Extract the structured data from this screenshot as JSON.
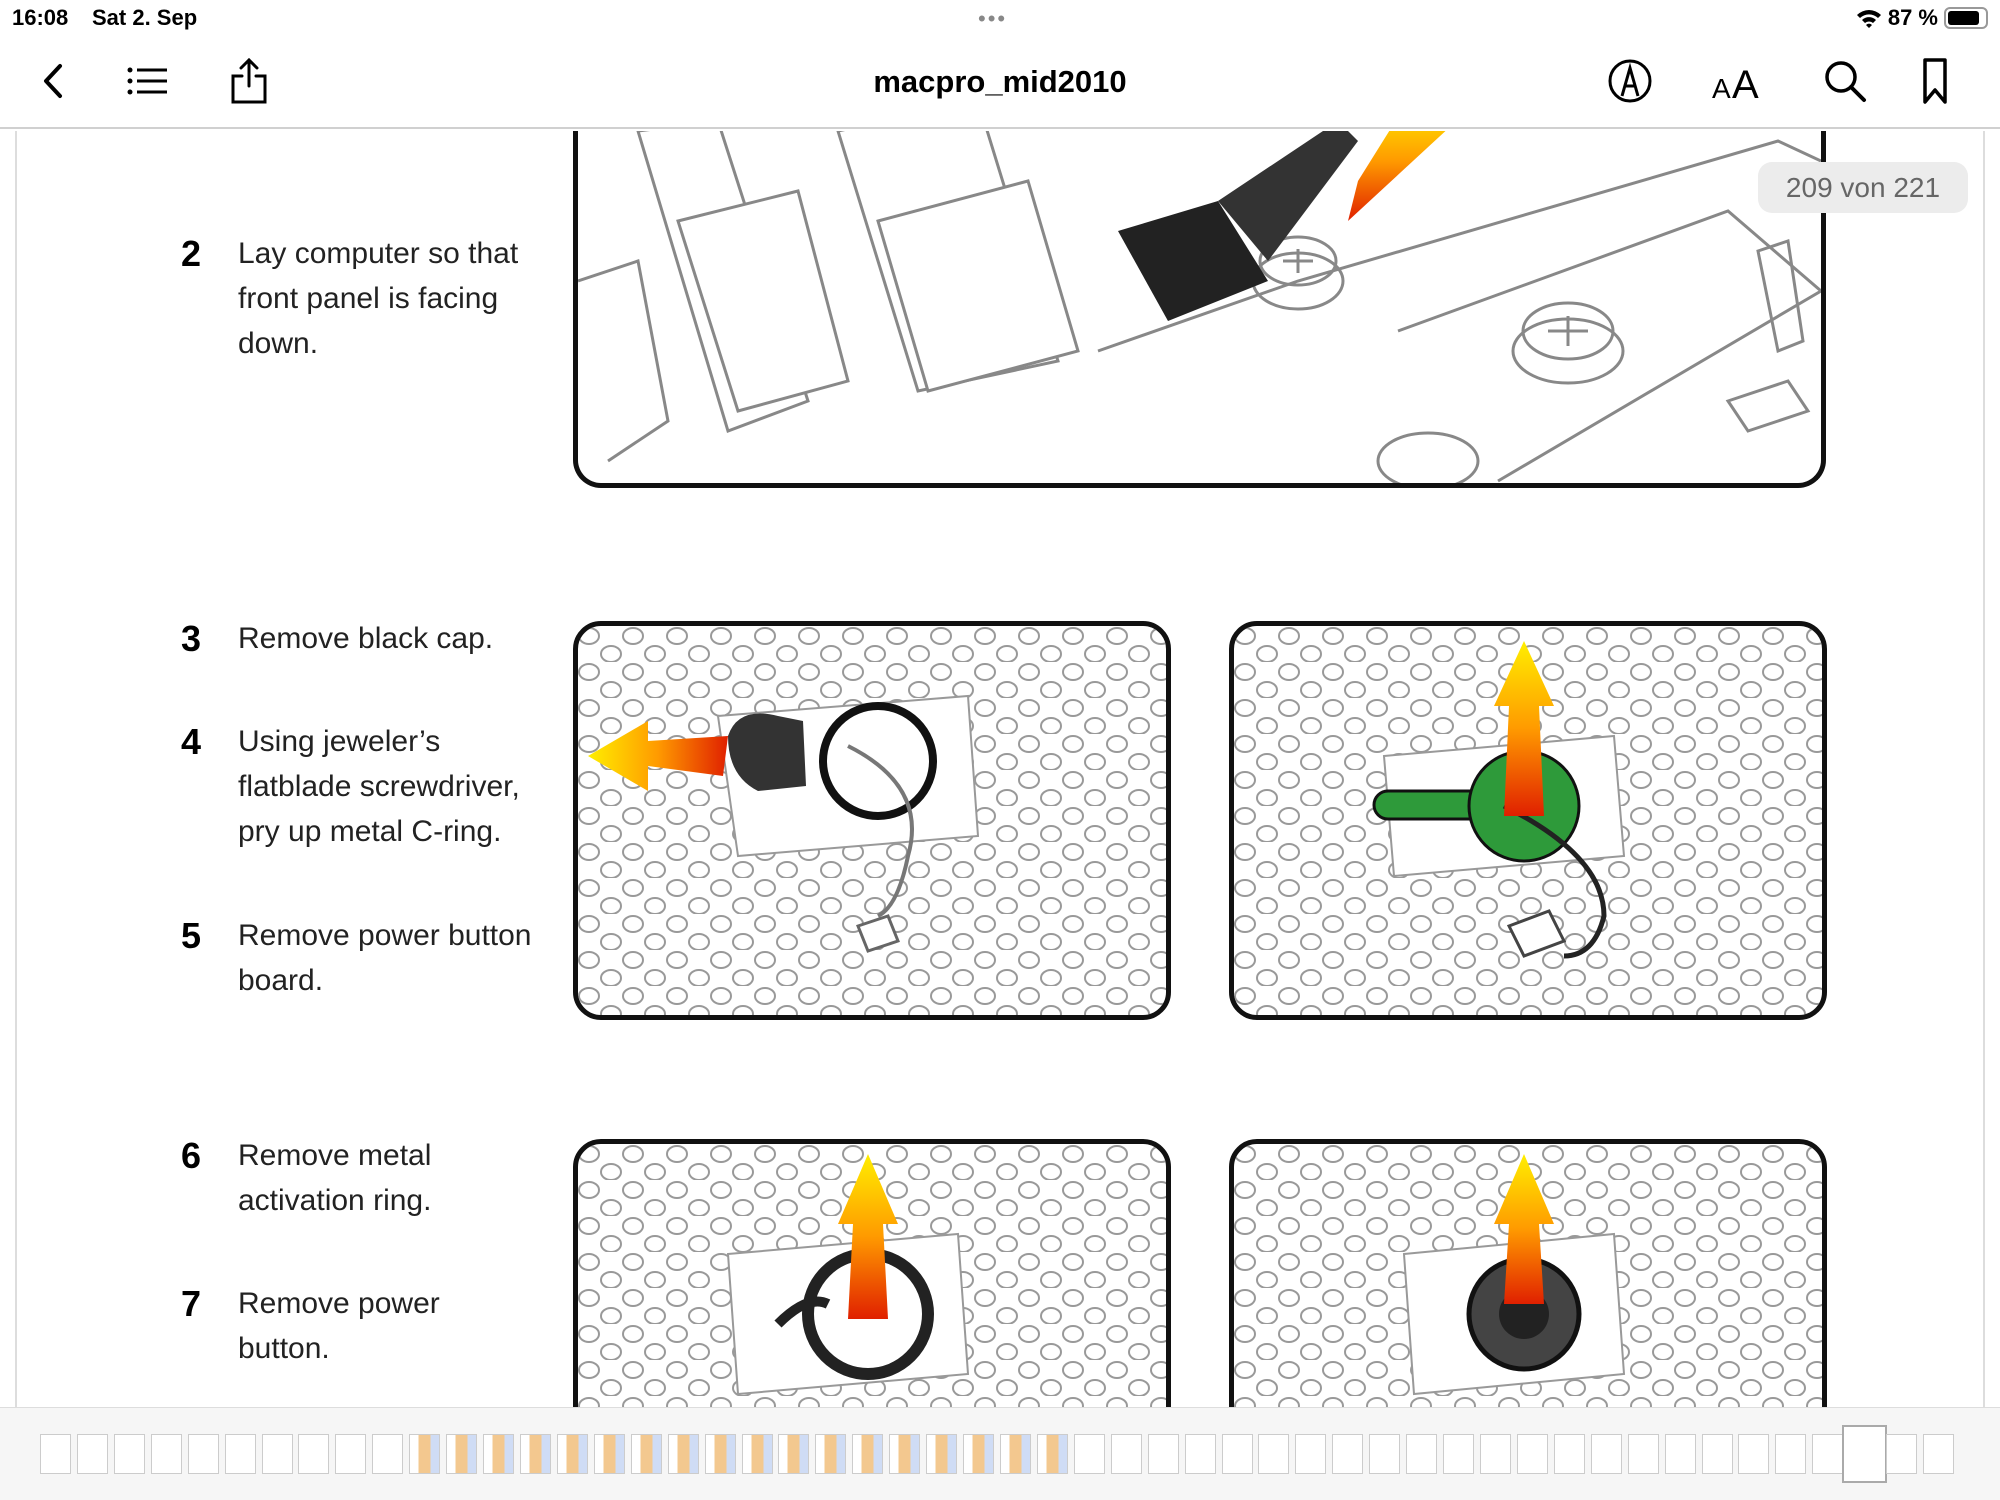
{
  "status_bar": {
    "time": "16:08",
    "date": "Sat 2. Sep",
    "battery": "87 %",
    "battery_level": 0.87
  },
  "toolbar": {
    "title": "macpro_mid2010"
  },
  "page_indicator": "209 von 221",
  "steps": [
    {
      "num": "2",
      "text": "Lay computer so that front panel is facing down."
    },
    {
      "num": "3",
      "text": "Remove black cap."
    },
    {
      "num": "4",
      "text": "Using jeweler’s flatblade screwdriver, pry up metal C-ring."
    },
    {
      "num": "5",
      "text": "Remove power button board."
    },
    {
      "num": "6",
      "text": "Remove metal activation ring."
    },
    {
      "num": "7",
      "text": "Remove power button."
    }
  ],
  "thumbnails": {
    "count": 52,
    "current_index": 49
  },
  "colors": {
    "arrow_start": "#ffee00",
    "arrow_end": "#e02000",
    "board_green": "#2e9a3a"
  }
}
